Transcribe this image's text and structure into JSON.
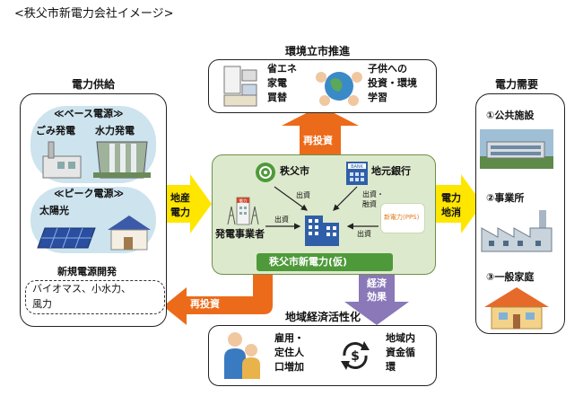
{
  "heading": "<秩父市新電力会社イメージ>",
  "left": {
    "title": "電力供給",
    "base_header": "≪ベース電源≫",
    "base_items": [
      "ごみ発電",
      "水力発電"
    ],
    "peak_header": "≪ピーク電源≫",
    "peak_items": [
      "太陽光"
    ],
    "new_title": "新規電源開発",
    "new_lines": [
      "バイオマス、小水力、",
      "風力"
    ]
  },
  "top": {
    "title": "環境立市推進",
    "item1_lines": [
      "省エネ",
      "家電",
      "買替"
    ],
    "item2_lines": [
      "子供への",
      "投資・環境",
      "学習"
    ]
  },
  "center": {
    "chichibu": "秩父市",
    "bank": "地元銀行",
    "bank_sign": "BANK",
    "generator": "発電事業者",
    "gen_sign": "電力",
    "pps_badge": "新電力(PPS)",
    "flow_invest1": "出資",
    "flow_invest_loan": [
      "出資・",
      "融資"
    ],
    "flow_invest2": "出資",
    "flow_invest3": "出資",
    "company": "秩父市新電力(仮)"
  },
  "right": {
    "title": "電力需要",
    "items": [
      "①公共施設",
      "②事業所",
      "③一般家庭"
    ]
  },
  "arrows": {
    "reinvest_up": "再投資",
    "reinvest_left": "再投資",
    "local_produce": [
      "地産",
      "電力"
    ],
    "local_consume": [
      "電力",
      "地消"
    ],
    "econ_effect": [
      "経済",
      "効果"
    ]
  },
  "bottom": {
    "title": "地域経済活性化",
    "item1_lines": [
      "雇用・",
      "定住人",
      "口増加"
    ],
    "item2_lines": [
      "地域内",
      "資金循",
      "環"
    ]
  },
  "colors": {
    "center_bg": "#dde9cc",
    "center_border": "#6f8f4a",
    "company_green": "#4e9a3a",
    "yellow": "#ffe600",
    "orange": "#ec6b1a",
    "purple": "#8a78b8",
    "sky": "#cde3ee"
  }
}
